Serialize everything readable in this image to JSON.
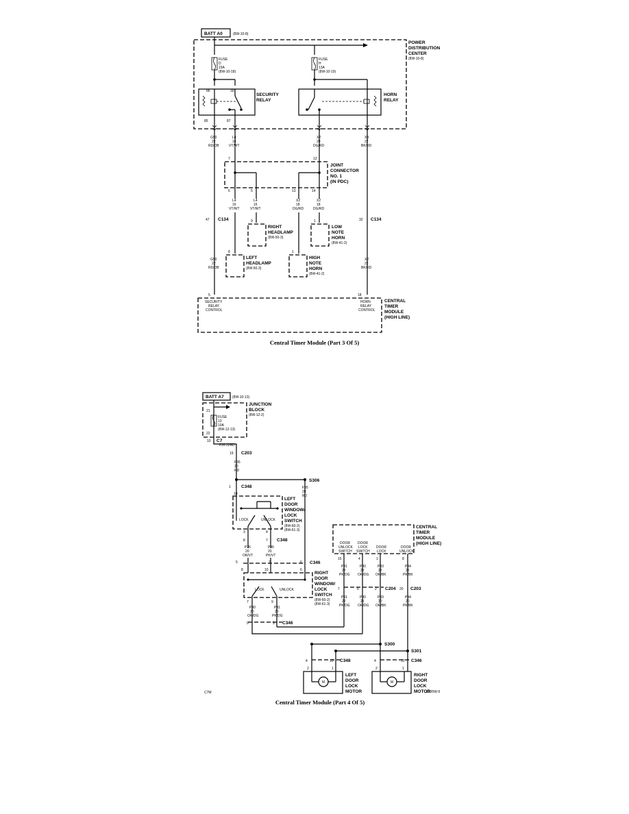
{
  "part3": {
    "caption": "Central Timer Module (Part 3 Of 5)",
    "batt": "BATT A0",
    "batt_ref": "(8W-10-8)",
    "pdc": [
      "POWER",
      "DISTRIBUTION",
      "CENTER",
      "(8W-10-8)"
    ],
    "fuse_d": [
      "FUSE",
      "D",
      "15A",
      "(8W-10-18)"
    ],
    "fuse_h": [
      "FUSE",
      "H",
      "13A",
      "(8W-10-19)"
    ],
    "security_relay": [
      "SECURITY",
      "RELAY"
    ],
    "horn_relay": [
      "HORN",
      "RELAY"
    ],
    "pins": {
      "p86": "86",
      "p30": "30",
      "p85": "85",
      "p87": "87"
    },
    "wire_g50": [
      "G50",
      "22",
      "RD/DB"
    ],
    "wire_l4": [
      "L4",
      "16",
      "VT/WT"
    ],
    "wire_x2": [
      "X2",
      "20",
      "DG/RD"
    ],
    "wire_x3": [
      "X3",
      "22",
      "BK/RD"
    ],
    "joint": [
      "JOINT",
      "CONNECTOR",
      "NO. 1",
      "(IN PDC)"
    ],
    "joint_pins": {
      "a": "7",
      "b": "12",
      "c": "6",
      "d": "5",
      "e": "13",
      "f": "14"
    },
    "wire_l4a": [
      "L4",
      "16",
      "VT/WT"
    ],
    "wire_l4b": [
      "L4",
      "16",
      "VT/WT"
    ],
    "wire_x2a": [
      "X2",
      "18",
      "DG/RD"
    ],
    "wire_x2b": [
      "X2",
      "18",
      "DG/RD"
    ],
    "c134": "C134",
    "c134_pin_left": "47",
    "c134_pin_right": "32",
    "right_headlamp": [
      "RIGHT",
      "HEADLAMP",
      "(8W-50-3)"
    ],
    "right_headlamp_pin": "9",
    "left_headlamp": [
      "LEFT",
      "HEADLAMP",
      "(8W-50-3)"
    ],
    "left_headlamp_pin": "8",
    "low_note_horn": [
      "LOW",
      "NOTE",
      "HORN",
      "(8W-41-2)"
    ],
    "low_note_horn_pin": "1",
    "high_note_horn": [
      "HIGH",
      "NOTE",
      "HORN",
      "(8W-41-2)"
    ],
    "high_note_horn_pin": "1",
    "wire_g50b": [
      "G50",
      "22",
      "RD/DB"
    ],
    "wire_x2c": [
      "X2",
      "22",
      "BK/RD"
    ],
    "ctm": [
      "CENTRAL",
      "TIMER",
      "MODULE",
      "(HIGH LINE)"
    ],
    "ctm_pin_left": "5",
    "ctm_pin_right": "18",
    "sec_ctrl": [
      "SECURITY",
      "RELAY",
      "CONTROL"
    ],
    "horn_ctrl": [
      "HORN",
      "RELAY",
      "CONTROL"
    ]
  },
  "part4": {
    "caption": "Central Timer Module (Part 4 Of 5)",
    "batt": "BATT A7",
    "batt_ref": "(8W-10-13)",
    "jb": [
      "JUNCTION",
      "BLOCK",
      "(8W-12-2)"
    ],
    "fuse": [
      "FUSE",
      "13",
      "10A",
      "(8W-12-13)"
    ],
    "jb_pins": {
      "a": "21",
      "b": "22"
    },
    "c7": "C7",
    "c7_pin": "10",
    "f35_a": "F35  22RD",
    "c203": "C203",
    "c203_pin": "19",
    "wire_f35b": [
      "F35",
      "20",
      "RD"
    ],
    "s306": "S306",
    "c348": "C348",
    "c348_pin": "1",
    "wire_f35c": [
      "F35",
      "20",
      "RD"
    ],
    "left_switch": [
      "LEFT",
      "DOOR",
      "WINDOW/",
      "LOCK",
      "SWITCH",
      "(8W-60-2)",
      "(8W-61-3)"
    ],
    "left_switch_pin": "10",
    "lock": "LOCK",
    "unlock": "UNLOCK",
    "pins_lsw": {
      "a": "3",
      "b": "4"
    },
    "c348b": "C348",
    "pins_c348b": {
      "a": "8",
      "b": "7"
    },
    "wire_p35": [
      "P35",
      "20",
      "OR/VT"
    ],
    "wire_p36": [
      "P36",
      "20",
      "PK/VT"
    ],
    "c346": "C346",
    "pins_c346": {
      "a": "5",
      "b": "7",
      "c": "6"
    },
    "right_switch": [
      "RIGHT",
      "DOOR",
      "WINDOW/",
      "LOCK",
      "SWITCH",
      "(8W-60-2)",
      "(8W-61-3)"
    ],
    "pins_rsw": {
      "a": "8",
      "b": "10",
      "c": "6",
      "d": "7",
      "e": "9"
    },
    "wire_p30": [
      "P30",
      "20",
      "OR/DG"
    ],
    "wire_p31": [
      "P31",
      "20",
      "PK/DG"
    ],
    "c346b": "C346",
    "pins_c346b": {
      "a": "9",
      "b": "5"
    },
    "ctm": [
      "CENTRAL",
      "TIMER",
      "MODULE",
      "(HIGH LINE)"
    ],
    "ctm_cols": [
      [
        "DOOR",
        "UNLOCK",
        "SWITCH"
      ],
      [
        "DOOR",
        "LOCK",
        "SWITCH"
      ],
      [
        "DOOR",
        "LOCK"
      ],
      [
        "DOOR",
        "UNLOCK"
      ]
    ],
    "ctm_pins": [
      "15",
      "4",
      "1",
      "8"
    ],
    "ctm_wires": [
      [
        "P31",
        "22",
        "PK/DG"
      ],
      [
        "P30",
        "22",
        "OR/DG"
      ],
      [
        "P33",
        "22",
        "OR/BK"
      ],
      [
        "P34",
        "22",
        "PK/BK"
      ]
    ],
    "c204": "C204",
    "c203b": "C203",
    "pins_c204": {
      "a": "7",
      "b": "6",
      "c": "2"
    },
    "c203b_pin": "20",
    "lower_wires": [
      [
        "P31",
        "22",
        "PK/DG"
      ],
      [
        "P30",
        "22",
        "OR/DG"
      ],
      [
        "P33",
        "20",
        "OR/BK"
      ],
      [
        "P34",
        "20",
        "PK/BK"
      ]
    ],
    "s300": "S300",
    "s301": "S301",
    "c348c": "C348",
    "c346c": "C346",
    "pins_lm": {
      "a": "4",
      "b": "10",
      "c": "2",
      "d": "1"
    },
    "pins_rm": {
      "a": "4",
      "b": "10",
      "c": "2",
      "d": "1"
    },
    "left_motor": [
      "LEFT",
      "DOOR",
      "LOCK",
      "MOTOR"
    ],
    "right_motor": [
      "RIGHT",
      "DOOR",
      "LOCK",
      "MOTOR"
    ],
    "motor_m": "M",
    "code_left": "C7M",
    "code_right": "2395W-9"
  }
}
